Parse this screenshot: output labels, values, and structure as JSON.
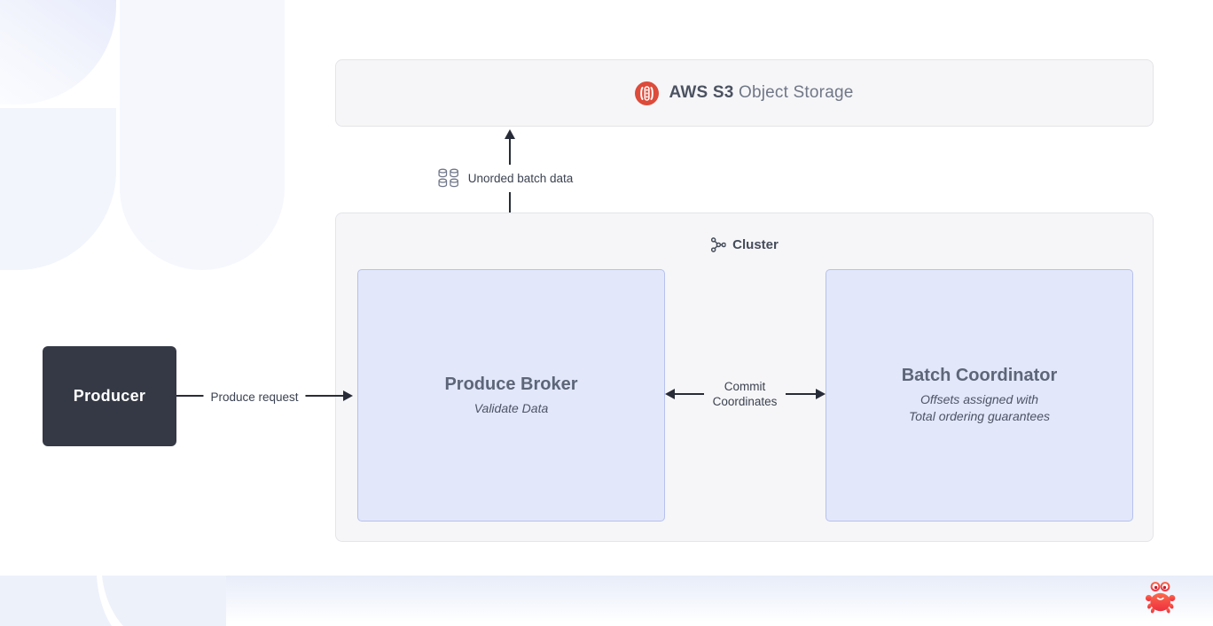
{
  "diagram": {
    "s3": {
      "title_bold": "AWS S3",
      "title_rest": " Object Storage"
    },
    "cluster": {
      "label": "Cluster"
    },
    "nodes": {
      "producer": {
        "label": "Producer"
      },
      "produce_broker": {
        "title": "Produce Broker",
        "subtitle": "Validate Data"
      },
      "batch_coordinator": {
        "title": "Batch Coordinator",
        "subtitle_line1": "Offsets assigned with",
        "subtitle_line2": "Total ordering guarantees"
      }
    },
    "edges": {
      "produce_request": {
        "label": "Produce request",
        "from": "Producer",
        "to": "Produce Broker"
      },
      "unordered_batch": {
        "label": "Unorded batch data",
        "from": "Produce Broker",
        "to": "AWS S3 Object Storage"
      },
      "commit_coordinates": {
        "label_line1": "Commit",
        "label_line2": "Coordinates",
        "between": "Produce Broker ↔ Batch Coordinator"
      }
    }
  },
  "icons": {
    "s3_bucket": "s3-bucket-icon",
    "cluster_nodes": "cluster-nodes-icon",
    "database_grid": "database-grid-icon",
    "crab": "crab-mascot-icon"
  },
  "colors": {
    "panel_bg": "#f6f6f8",
    "panel_border": "#e4e5e9",
    "node_bg": "#e2e7fa",
    "node_border": "#b6c1ee",
    "producer_bg": "#343945",
    "arrow": "#272c38",
    "s3_icon_red": "#dd4b3a",
    "crab_red": "#f4402f",
    "footer_blue": "#edf1fa"
  }
}
